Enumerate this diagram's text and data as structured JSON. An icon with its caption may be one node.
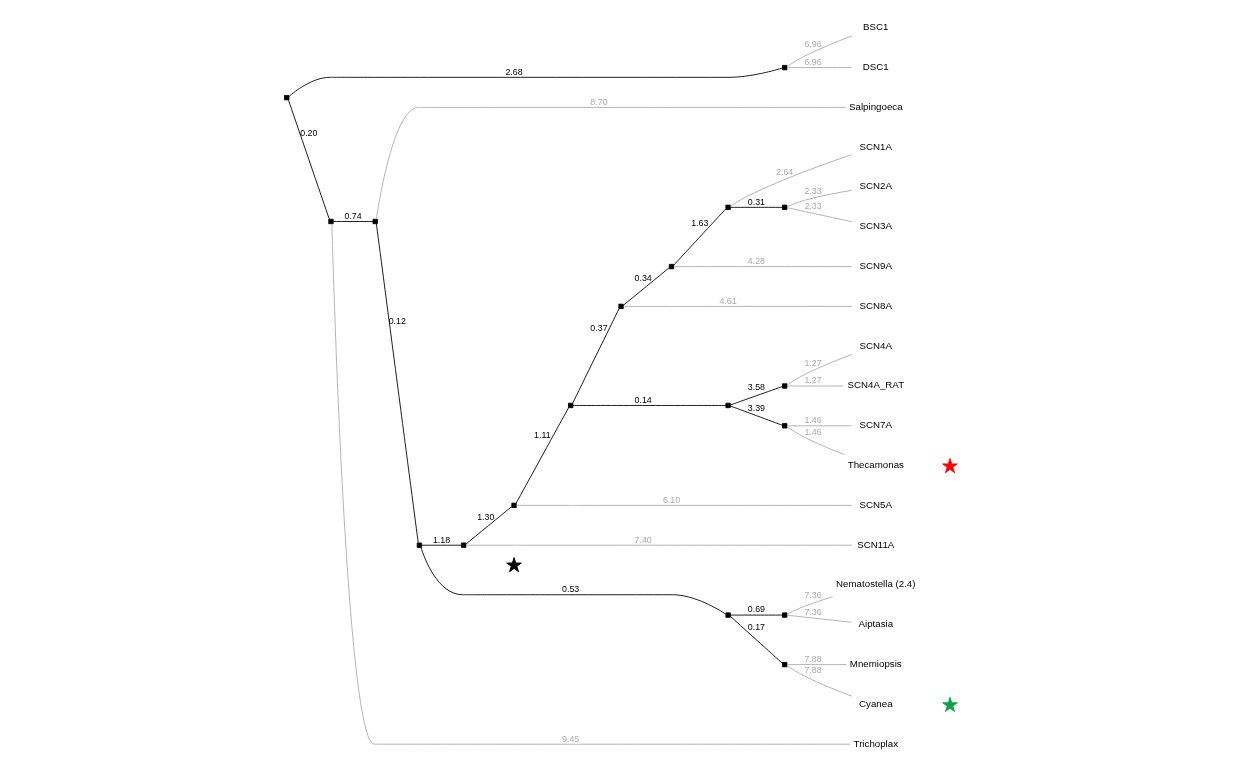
{
  "diagram": {
    "nodes": [
      {
        "text": [],
        "shape": "box"
      },
      {
        "text": [],
        "shape": "box"
      },
      {
        "text": [
          "BSC1"
        ]
      },
      {
        "text": [
          "DSC1"
        ]
      },
      {
        "text": [],
        "shape": "box"
      },
      {
        "text": [],
        "shape": "box"
      },
      {
        "text": [
          "Salpingoeca"
        ]
      },
      {
        "text": [],
        "shape": "box"
      },
      {
        "text": [],
        "shape": "box"
      },
      {
        "text": [],
        "shape": "box"
      },
      {
        "text": [],
        "shape": "box"
      },
      {
        "text": [],
        "shape": "box"
      },
      {
        "text": [],
        "shape": "box"
      },
      {
        "text": [],
        "shape": "box"
      },
      {
        "text": [
          "SCN1A"
        ]
      },
      {
        "text": [],
        "shape": "box"
      },
      {
        "text": [
          "SCN2A"
        ]
      },
      {
        "text": [
          "SCN3A"
        ]
      },
      {
        "text": [
          "SCN9A"
        ]
      },
      {
        "text": [
          "SCN8A"
        ]
      },
      {
        "text": [],
        "shape": "box"
      },
      {
        "text": [],
        "shape": "box"
      },
      {
        "text": [
          "SCN4A"
        ]
      },
      {
        "text": [
          "SCN4A_RAT"
        ]
      },
      {
        "text": [],
        "shape": "box"
      },
      {
        "text": [
          "SCN7A"
        ]
      },
      {
        "text": [
          "Thecamonas"
        ]
      },
      {
        "text": [
          "SCN5A"
        ]
      },
      {
        "text": [
          "SCN11A"
        ]
      },
      {
        "text": [],
        "shape": "box"
      },
      {
        "text": [],
        "shape": "box"
      },
      {
        "text": [
          "Nematostella (2.4)"
        ]
      },
      {
        "text": [
          "Aiptasia"
        ]
      },
      {
        "text": [],
        "shape": "box"
      },
      {
        "text": [
          "Mnemiopsis"
        ]
      },
      {
        "text": [
          "Cyanea"
        ]
      },
      {
        "text": [
          "Trichoplax"
        ]
      }
    ],
    "edges": [
      {
        "from": 0,
        "to": 1,
        "arrow": "none",
        "label": "2.68",
        "color": "#000000"
      },
      {
        "from": 1,
        "to": 2,
        "arrow": "none",
        "label": "6.96"
      },
      {
        "from": 1,
        "to": 3,
        "arrow": "none",
        "label": "6.96"
      },
      {
        "from": 0,
        "to": 4,
        "arrow": "none",
        "label": "0.20",
        "color": "#000000"
      },
      {
        "from": 4,
        "to": 5,
        "arrow": "none",
        "label": "0.74",
        "color": "#000000"
      },
      {
        "from": 5,
        "to": 6,
        "arrow": "none",
        "label": "8.70"
      },
      {
        "from": 5,
        "to": 7,
        "arrow": "none",
        "label": "0.12",
        "color": "#000000"
      },
      {
        "from": 7,
        "to": 8,
        "arrow": "none",
        "label": "1.18",
        "color": "#000000"
      },
      {
        "from": 8,
        "to": 9,
        "arrow": "none",
        "label": "1.30",
        "color": "#000000"
      },
      {
        "from": 9,
        "to": 10,
        "arrow": "none",
        "label": "1.11",
        "color": "#000000"
      },
      {
        "from": 10,
        "to": 11,
        "arrow": "none",
        "label": "0.37",
        "color": "#000000"
      },
      {
        "from": 11,
        "to": 12,
        "arrow": "none",
        "label": "0.34",
        "color": "#000000"
      },
      {
        "from": 12,
        "to": 13,
        "arrow": "none",
        "label": "1.63",
        "color": "#000000"
      },
      {
        "from": 13,
        "to": 14,
        "arrow": "none",
        "label": "2.64"
      },
      {
        "from": 13,
        "to": 15,
        "arrow": "none",
        "label": "0.31",
        "color": "#000000"
      },
      {
        "from": 15,
        "to": 16,
        "arrow": "none",
        "label": "2.33"
      },
      {
        "from": 15,
        "to": 17,
        "arrow": "none",
        "label": "2.33"
      },
      {
        "from": 12,
        "to": 18,
        "arrow": "none",
        "label": "4.28"
      },
      {
        "from": 11,
        "to": 19,
        "arrow": "none",
        "label": "4.61"
      },
      {
        "from": 10,
        "to": 20,
        "arrow": "none",
        "label": "0.14",
        "color": "#000000"
      },
      {
        "from": 20,
        "to": 21,
        "arrow": "none",
        "label": "3.58",
        "color": "#000000"
      },
      {
        "from": 21,
        "to": 22,
        "arrow": "none",
        "label": "1.27"
      },
      {
        "from": 21,
        "to": 23,
        "arrow": "none",
        "label": "1.27"
      },
      {
        "from": 20,
        "to": 24,
        "arrow": "none",
        "label": "3.39",
        "color": "#000000"
      },
      {
        "from": 24,
        "to": 25,
        "arrow": "none",
        "label": "1.46"
      },
      {
        "from": 24,
        "to": 26,
        "arrow": "none",
        "label": "1.46"
      },
      {
        "from": 9,
        "to": 27,
        "arrow": "none",
        "label": "6.10"
      },
      {
        "from": 8,
        "to": 28,
        "arrow": "none",
        "label": "7.40"
      },
      {
        "from": 7,
        "to": 29,
        "arrow": "none",
        "label": "0.53",
        "color": "#000000"
      },
      {
        "from": 29,
        "to": 30,
        "arrow": "none",
        "label": "0.69",
        "color": "#000000"
      },
      {
        "from": 30,
        "to": 31,
        "arrow": "none",
        "label": "7.36"
      },
      {
        "from": 30,
        "to": 32,
        "arrow": "none",
        "label": "7.36"
      },
      {
        "from": 29,
        "to": 33,
        "arrow": "none",
        "label": "0.17",
        "color": "#000000"
      },
      {
        "from": 33,
        "to": 34,
        "arrow": "none",
        "label": "7.88"
      },
      {
        "from": 33,
        "to": 35,
        "arrow": "none",
        "label": "7.88"
      },
      {
        "from": 4,
        "to": 36,
        "arrow": "none",
        "label": "9.45"
      }
    ]
  }
}
